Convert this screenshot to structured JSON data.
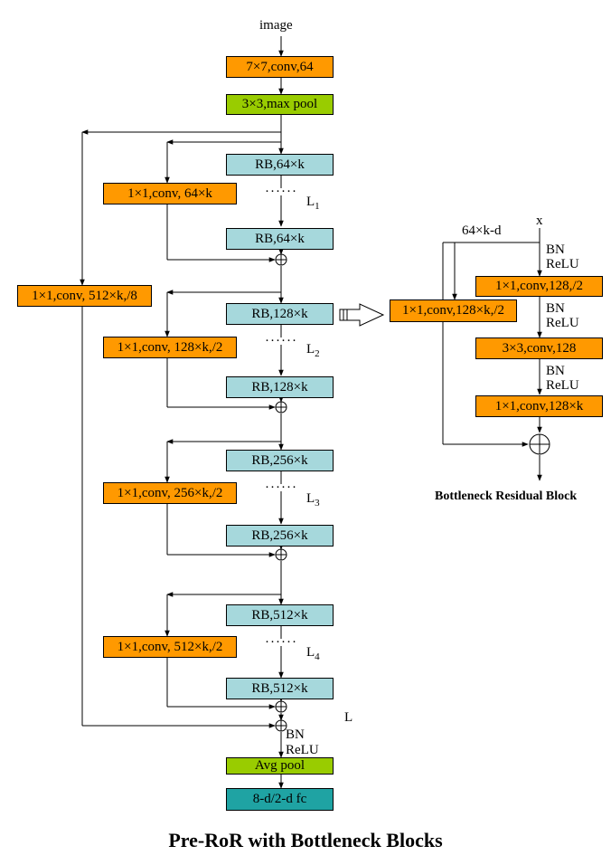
{
  "main": {
    "input_label": "image",
    "conv7": "7×7,conv,64",
    "maxpool": "3×3,max pool",
    "global_shortcut": "1×1,conv, 512×k,/8",
    "stages": [
      {
        "rb_first": "RB,64×k",
        "rb_last": "RB,64×k",
        "shortcut": "1×1,conv, 64×k",
        "l_main": "L",
        "l_sub": "1"
      },
      {
        "rb_first": "RB,128×k",
        "rb_last": "RB,128×k",
        "shortcut": "1×1,conv, 128×k,/2",
        "l_main": "L",
        "l_sub": "2"
      },
      {
        "rb_first": "RB,256×k",
        "rb_last": "RB,256×k",
        "shortcut": "1×1,conv, 256×k,/2",
        "l_main": "L",
        "l_sub": "3"
      },
      {
        "rb_first": "RB,512×k",
        "rb_last": "RB,512×k",
        "shortcut": "1×1,conv, 512×k,/2",
        "l_main": "L",
        "l_sub": "4"
      }
    ],
    "l_total": "L",
    "bn": "BN",
    "relu": "ReLU",
    "avgpool": "Avg pool",
    "fc": "8-d/2-d fc",
    "title": "Pre-RoR with Bottleneck Blocks"
  },
  "bottleneck": {
    "input_label": "x",
    "shortcut_label": "64×k-d",
    "shortcut_conv": "1×1,conv,128×k,/2",
    "conv1": "1×1,conv,128,/2",
    "conv2": "3×3,conv,128",
    "conv3": "1×1,conv,128×k",
    "bn": "BN",
    "relu": "ReLU",
    "title": "Bottleneck Residual Block"
  },
  "colors": {
    "conv_orange": "#ff9900",
    "pool_green": "#99cc00",
    "rb_cyan": "#a6d8dc",
    "fc_teal": "#1fa3a3"
  }
}
